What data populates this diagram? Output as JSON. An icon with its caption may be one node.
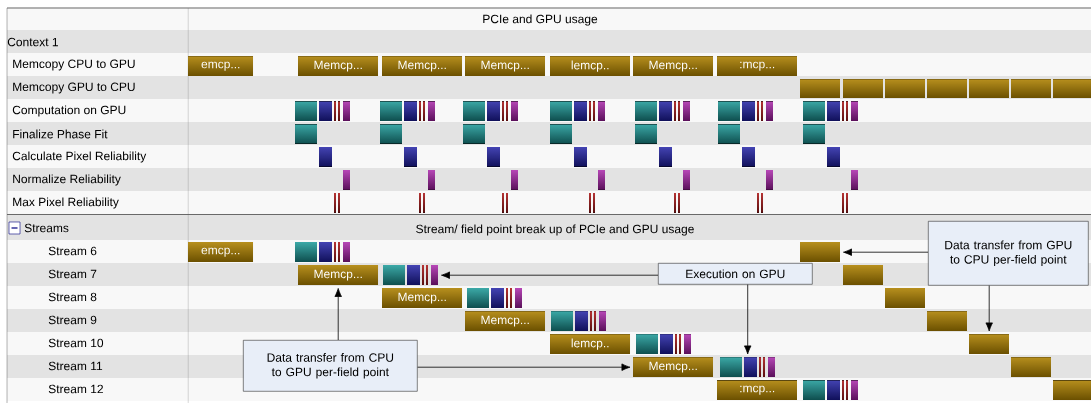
{
  "diagram": {
    "nodes": [
      {
        "text": [
          "emcp..."
        ]
      },
      {
        "text": [
          "Memcp..."
        ]
      },
      {
        "text": [
          "Memcp..."
        ]
      },
      {
        "text": [
          "Memcp..."
        ]
      },
      {
        "text": [
          "lemcp.."
        ]
      },
      {
        "text": [
          "Memcp..."
        ]
      },
      {
        "text": [
          ":mcp..."
        ]
      },
      {
        "text": [
          "emcp..."
        ]
      },
      {
        "text": [],
        "shape": "bar"
      },
      {
        "text": [
          "Data transfer from GPU to CPU per-field point"
        ]
      },
      {
        "text": [
          "Memcp..."
        ]
      },
      {
        "text": [],
        "shape": "bar"
      },
      {
        "text": [
          "Execution on GPU"
        ]
      },
      {
        "text": [
          "Memcp..."
        ]
      },
      {
        "text": [
          "Memcp..."
        ]
      },
      {
        "text": [
          "lemcp.."
        ]
      },
      {
        "text": [],
        "shape": "bar"
      },
      {
        "text": [
          "Data transfer from CPU to GPU per-field point"
        ]
      },
      {
        "text": [
          "Memcp..."
        ]
      },
      {
        "text": [],
        "shape": "bar"
      },
      {
        "text": [
          ":mcp..."
        ]
      }
    ],
    "edges": [
      {
        "from": 17,
        "to": 10,
        "arrow": "to"
      },
      {
        "from": 17,
        "to": 18,
        "arrow": "to"
      },
      {
        "from": 12,
        "to": 11,
        "arrow": "to"
      },
      {
        "from": 12,
        "to": 19,
        "arrow": "to"
      },
      {
        "from": 9,
        "to": 8,
        "arrow": "to"
      },
      {
        "from": 9,
        "to": 16,
        "arrow": "to"
      }
    ],
    "labels": [
      "PCIe and GPU usage",
      "Context 1",
      "Memcopy CPU to GPU",
      "Memcopy GPU to CPU",
      "Computation on GPU",
      "Finalize Phase Fit",
      "Calculate Pixel Reliability",
      "Normalize Reliability",
      "Max Pixel Reliability",
      "Streams",
      "Stream/ field point break up of PCIe and GPU usage",
      "Stream 6",
      "Stream 7",
      "Stream 8",
      "Stream 9",
      "Stream 10",
      "Stream 11",
      "Stream 12"
    ]
  }
}
